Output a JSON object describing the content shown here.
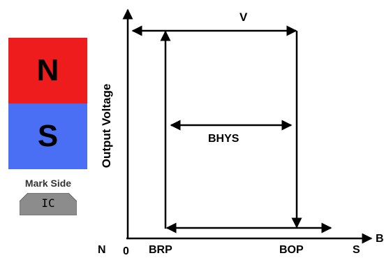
{
  "magnet": {
    "north_label": "N",
    "south_label": "S",
    "north_color": "#ee1c1c",
    "south_color": "#4a6ff5"
  },
  "mark_side_label": "Mark Side",
  "ic_label": "IC",
  "ic_color": "#8c8c8c",
  "y_axis_label": "Output Voltage",
  "voltage_label": "V",
  "hysteresis_label": "BHYS",
  "x_labels": {
    "north": "N",
    "zero": "0",
    "release_point": "BRP",
    "operate_point": "BOP",
    "south": "S",
    "axis_end": "B"
  }
}
